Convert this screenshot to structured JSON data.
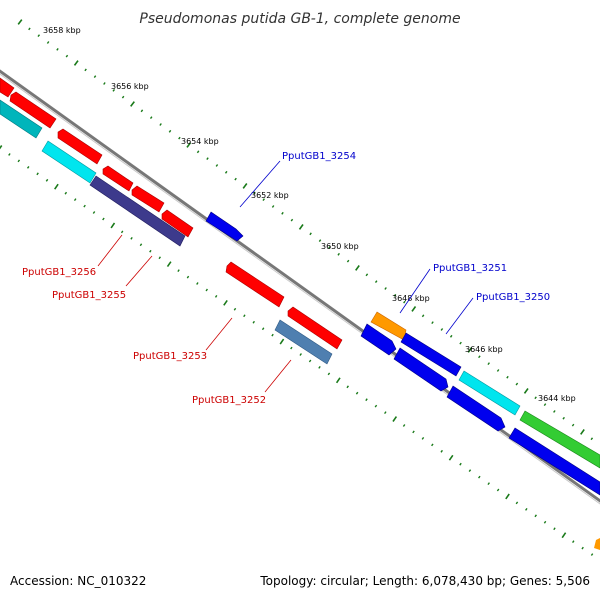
{
  "title": "Pseudomonas putida GB-1, complete genome",
  "ticks": [
    "3658 kbp",
    "3656 kbp",
    "3654 kbp",
    "3652 kbp",
    "3650 kbp",
    "3648 kbp",
    "3646 kbp",
    "3644 kbp"
  ],
  "genes": {
    "g3254": "PputGB1_3254",
    "g3251": "PputGB1_3251",
    "g3250": "PputGB1_3250",
    "g3256": "PputGB1_3256",
    "g3255": "PputGB1_3255",
    "g3253": "PputGB1_3253",
    "g3252": "PputGB1_3252"
  },
  "footer": {
    "accession": "Accession: NC_010322",
    "topology": "Topology: circular; Length: 6,078,430 bp; Genes: 5,506"
  },
  "colors": {
    "red": "#ff0000",
    "cyan": "#00e5ee",
    "dark_cyan": "#00b5bb",
    "blue": "#0000ee",
    "navy": "#3d3a8c",
    "steel_blue": "#4f7fb0",
    "orange": "#ff9900",
    "green": "#33cc33",
    "backbone": "#777777",
    "tick_green": "#1a7a1a",
    "label_blue": "#0000cc",
    "label_red": "#cc0000"
  }
}
